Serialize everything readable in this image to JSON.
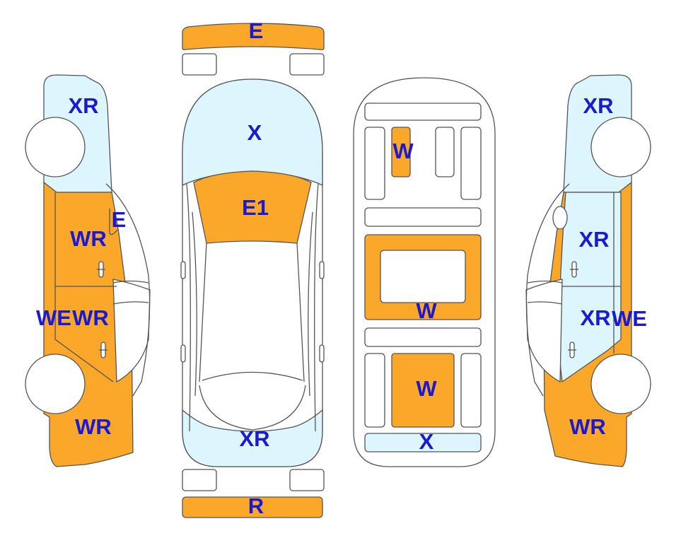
{
  "colors": {
    "orange": "#FBA82A",
    "light_blue": "#DDF5FC",
    "white": "#FFFFFF",
    "label": "#1A1AD2",
    "outline": "#555555"
  },
  "legend_codes": {
    "front_bumper": "E",
    "hood": "X",
    "windshield_zone": "E1",
    "rear_glass_zone": "XR",
    "rear_bumper": "R",
    "left_front_fender": "XR",
    "left_a_pillar": "E",
    "left_front_door": "WR",
    "left_rocker": "WE",
    "left_rear_door": "WR",
    "left_quarter": "WR",
    "floor_front_panel": "W",
    "floor_middle_panel": "W",
    "floor_rear_panel": "W",
    "floor_rear_end": "X",
    "right_front_fender": "XR",
    "right_front_door": "XR",
    "right_rear_door": "XR",
    "right_rocker": "WE",
    "right_quarter": "WR"
  }
}
